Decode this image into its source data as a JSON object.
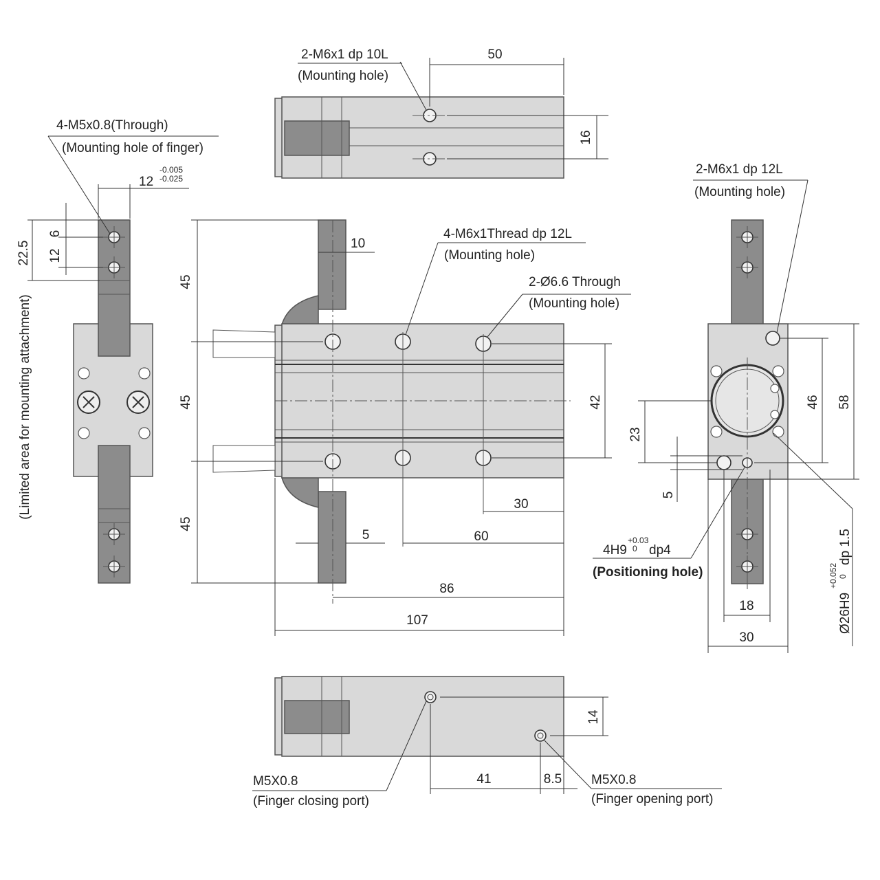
{
  "labels": {
    "top_hole_callout": "2-M6x1 dp 10L",
    "top_hole_note": "(Mounting hole)",
    "top_dim_50": "50",
    "top_dim_16": "16",
    "finger_hole_callout": "4-M5x0.8(Through)",
    "finger_hole_note": "(Mounting hole of finger)",
    "dim_12": "12",
    "dim_12_tol_upper": "-0.005",
    "dim_12_tol_lower": "-0.025",
    "dim_6": "6",
    "dim_12_vert": "12",
    "dim_22_5": "22.5",
    "limited_area_note": "(Limited area for mounting attachment)",
    "dim_10": "10",
    "front_thread_callout": "4-M6x1Thread dp 12L",
    "front_thread_note": "(Mounting hole)",
    "front_through_callout": "2-Ø6.6 Through",
    "front_through_note": "(Mounting hole)",
    "dim_45_top": "45",
    "dim_45_mid": "45",
    "dim_45_bot": "45",
    "dim_42": "42",
    "dim_30_front": "30",
    "dim_5_front": "5",
    "dim_60": "60",
    "dim_86": "86",
    "dim_107": "107",
    "right_hole_callout": "2-M6x1 dp 12L",
    "right_hole_note": "(Mounting hole)",
    "dim_46": "46",
    "dim_58": "58",
    "dim_23": "23",
    "dim_5_right": "5",
    "positioning_callout": "4H9",
    "positioning_tol_upper": "+0.03",
    "positioning_tol_lower": "0",
    "positioning_depth": "dp4",
    "positioning_note": "(Positioning hole)",
    "bore_callout": "Ø26H9",
    "bore_tol_upper": "+0.052",
    "bore_tol_lower": "0",
    "bore_depth": "dp 1.5",
    "dim_18": "18",
    "dim_30_right": "30",
    "dim_14": "14",
    "dim_41": "41",
    "dim_8_5": "8.5",
    "close_port_callout": "M5X0.8",
    "close_port_note": "(Finger closing port)",
    "open_port_callout": "M5X0.8",
    "open_port_note": "(Finger opening port)"
  }
}
